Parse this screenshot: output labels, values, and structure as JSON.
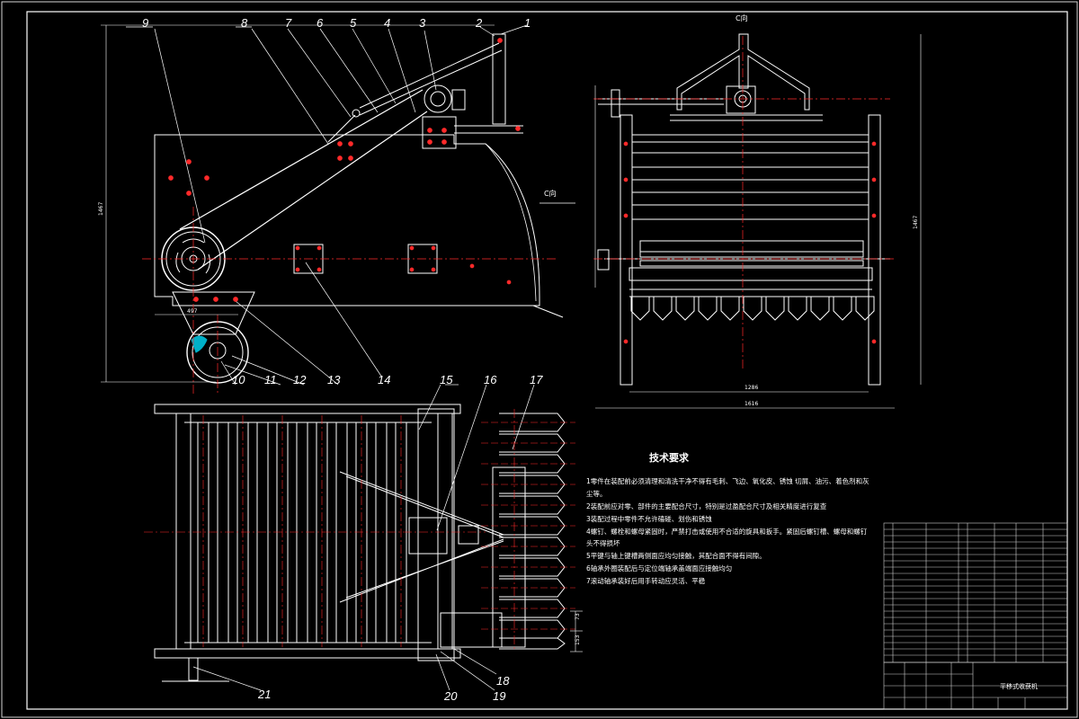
{
  "drawing": {
    "title_block_name": "平移式收获机",
    "view_label_top": "C向",
    "view_label_side": "C向"
  },
  "balloons": [
    "1",
    "2",
    "3",
    "4",
    "5",
    "6",
    "7",
    "8",
    "9",
    "10",
    "11",
    "12",
    "13",
    "14",
    "15",
    "16",
    "17",
    "18",
    "19",
    "20",
    "21"
  ],
  "dimensions": {
    "left_height": "1467",
    "right_height": "1467",
    "right_width_inner": "1286",
    "right_width_outer": "1616",
    "front_small": "497",
    "plan_a": "73",
    "plan_b": "153"
  },
  "tech_req": {
    "title": "技术要求",
    "lines": [
      "1零件在装配前必须清理和清洗干净不得有毛刺、飞边、氧化皮、锈蚀 切屑、油污、着色剂和灰",
      "尘等。",
      "2装配前应对零、部件的主要配合尺寸，特别是过盈配合尺寸及相关精度进行复查",
      "3装配过程中零件不允许磕碰、划伤和锈蚀",
      "4螺钉、螺栓和螺母紧固时，严禁打击或使用不合适的旋具和扳手。紧固后螺钉槽、螺母和螺钉",
      "头不得损坏",
      "5平键与轴上键槽两侧面应均匀接触，其配合面不得有间隙。",
      "6轴承外圈装配后与定位端轴承盖端面应接触均匀",
      "7滚动轴承装好后用手转动应灵活、平稳"
    ]
  }
}
